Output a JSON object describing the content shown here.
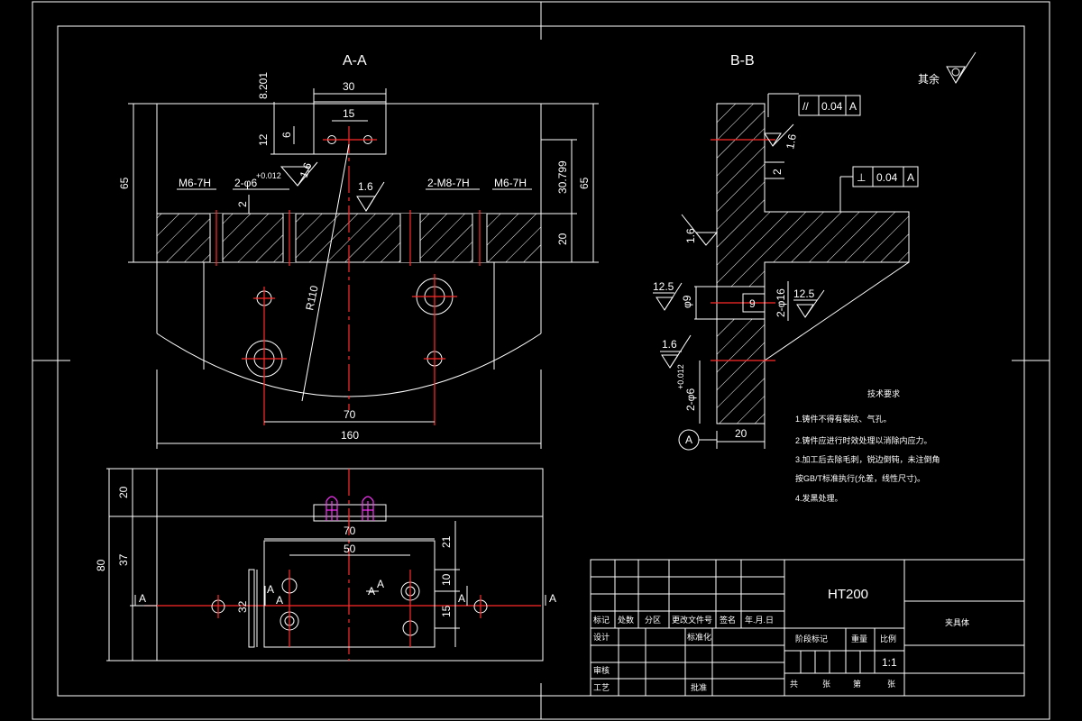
{
  "views": {
    "section_aa": "A-A",
    "section_bb": "B-B",
    "surface_finish_other": "其余"
  },
  "dims_aa": {
    "d30": "30",
    "d15": "15",
    "d8201": "8.201",
    "d12": "12",
    "d6": "6",
    "d65l": "65",
    "d65r": "65",
    "d30799": "30.799",
    "d20": "20",
    "d2": "2",
    "m6l": "M6-7H",
    "hole2": "2-φ6",
    "tol": "+0.012",
    "m8": "2-M8-7H",
    "m6r": "M6-7H",
    "r110": "R110",
    "d70": "70",
    "d160": "160",
    "ra16a": "1.6",
    "ra16b": "1.6"
  },
  "dims_bb": {
    "par_sym": "//",
    "par_val": "0.04",
    "par_ref": "A",
    "perp_sym": "⊥",
    "perp_val": "0.04",
    "perp_ref": "A",
    "ra16a": "1.6",
    "d2": "2",
    "ra16b": "1.6",
    "ra125a": "12.5",
    "phi9": "φ9",
    "d9": "9",
    "phi16": "2-φ16",
    "ra125b": "12.5",
    "ra16c": "1.6",
    "phi6": "2-φ6",
    "tol": "+0.012",
    "datum": "A",
    "d20": "20"
  },
  "dims_top": {
    "d20": "20",
    "d37": "37",
    "d80": "80",
    "d70": "70",
    "d50": "50",
    "d21": "21",
    "d10": "10",
    "d15": "15",
    "d32": "32",
    "a1": "A",
    "a2": "A",
    "a3": "A",
    "a4": "A",
    "a5": "A",
    "a6": "A",
    "a7": "A"
  },
  "notes": {
    "title": "技术要求",
    "n1": "1.铸件不得有裂纹、气孔。",
    "n2": "2.铸件应进行时效处理以消除内应力。",
    "n3": "3.加工后去除毛刺，锐边倒钝，未注倒角",
    "n4": "按GB/T标准执行(允差，线性尺寸)。",
    "n5": "4.发黑处理。"
  },
  "title_block": {
    "material": "HT200",
    "part_name": "夹具体",
    "c_mark": "标记",
    "c_count": "处数",
    "c_zone": "分区",
    "c_doc": "更改文件号",
    "c_sign": "签名",
    "c_date": "年.月.日",
    "design": "设计",
    "standard": "标准化",
    "stage_mark": "阶段标记",
    "weight": "重量",
    "scale": "比例",
    "scale_val": "1:1",
    "check": "审核",
    "process": "工艺",
    "approve": "批准",
    "sheets_total": "共",
    "sheets_a": "张",
    "sheet_no": "第",
    "sheets_b": "张"
  },
  "colors": {
    "line": "#ffffff",
    "center_line": "#ff2a2a",
    "thread": "#ff33ff",
    "background": "#000000"
  }
}
